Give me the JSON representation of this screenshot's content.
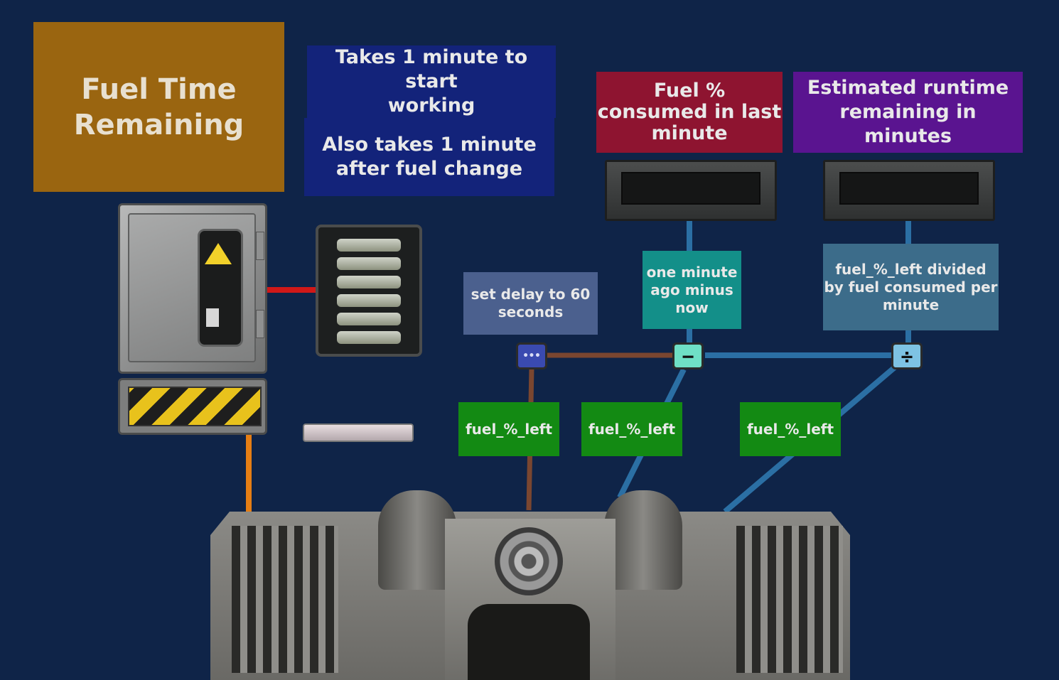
{
  "labels": {
    "title": "Fuel Time\nRemaining",
    "note_start": "Takes 1 minute to start\nworking",
    "note_fuel_change": "Also takes 1 minute\nafter fuel change",
    "fuel_consumed": "Fuel %\nconsumed in last\nminute",
    "runtime": "Estimated runtime\nremaining in minutes",
    "delay": "set delay to 60\nseconds",
    "subtract": "one minute\nago minus\nnow",
    "divide": "fuel_%_left divided\nby fuel consumed per\nminute",
    "fuel_left_1": "fuel_%_left",
    "fuel_left_2": "fuel_%_left",
    "fuel_left_3": "fuel_%_left"
  },
  "components": {
    "delay_glyph": "•••",
    "subtract_glyph": "−",
    "divide_glyph": "÷"
  },
  "colors": {
    "title_bg": "#9a6510",
    "note_bg": "#13237a",
    "fuel_consumed_bg": "#8e1430",
    "runtime_bg": "#5a1490",
    "delay_bg": "#4b608e",
    "subtract_bg": "#138f89",
    "divide_bg": "#3c6c8a",
    "fuel_left_bg": "#138a13",
    "wire_red": "#d01818",
    "wire_orange": "#e57e14",
    "wire_brown": "#7a4630",
    "wire_blue": "#2b6fa4"
  },
  "icons": {
    "junction_box": "junction-box-icon",
    "battery": "battery-icon",
    "lamp": "lamp-icon",
    "reactor": "reactor-icon"
  }
}
